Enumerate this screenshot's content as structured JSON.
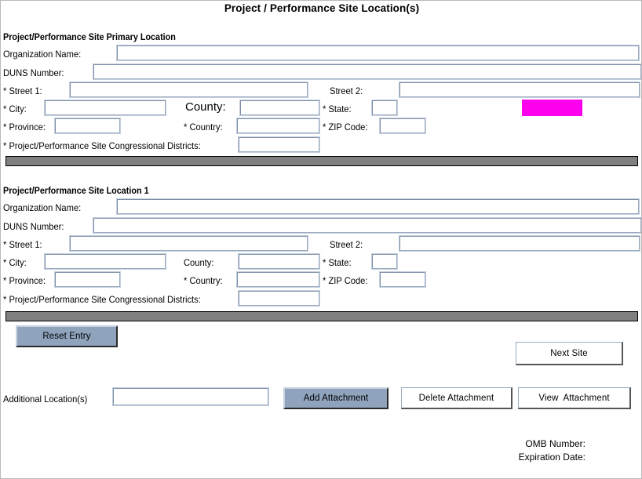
{
  "page": {
    "title": "Project / Performance Site Location(s)"
  },
  "sections": [
    {
      "heading": "Project/Performance Site Primary Location",
      "fields": {
        "organization_name_label": "Organization Name:",
        "duns_number_label": "DUNS Number:",
        "street1_label": "* Street 1:",
        "street2_label": "Street 2:",
        "city_label": "* City:",
        "county_label": "County:",
        "state_label": "* State:",
        "province_label": "* Province:",
        "country_label": "* Country:",
        "zip_label": "* ZIP Code:",
        "districts_label": "* Project/Performance Site Congressional Districts:"
      },
      "values": {
        "organization_name": "",
        "duns_number": "",
        "street1": "",
        "street2": "",
        "city": "",
        "county": "",
        "state": "",
        "province": "",
        "country": "",
        "zip": "",
        "districts": ""
      },
      "highlight_color": "#ff00ee"
    },
    {
      "heading": "Project/Performance Site Location 1",
      "fields": {
        "organization_name_label": "Organization Name:",
        "duns_number_label": "DUNS Number:",
        "street1_label": "* Street 1:",
        "street2_label": "Street 2:",
        "city_label": "* City:",
        "county_label": "County:",
        "state_label": "* State:",
        "province_label": "* Province:",
        "country_label": "* Country:",
        "zip_label": "* ZIP Code:",
        "districts_label": "* Project/Performance Site Congressional Districts:"
      },
      "values": {
        "organization_name": "",
        "duns_number": "",
        "street1": "",
        "street2": "",
        "city": "",
        "county": "",
        "state": "",
        "province": "",
        "country": "",
        "zip": "",
        "districts": ""
      }
    }
  ],
  "actions": {
    "reset_entry": "Reset Entry",
    "next_site": "Next Site",
    "additional_locations_label": "Additional Location(s)",
    "additional_locations_value": "",
    "add_attachment": "Add Attachment",
    "delete_attachment": "Delete Attachment",
    "view_attachment": "View  Attachment"
  },
  "footer": {
    "omb_number_label": "OMB Number:",
    "expiration_date_label": "Expiration Date:"
  },
  "colors": {
    "button_blue": "#8fa3bd",
    "separator_gray": "#808080",
    "field_border": "#7d8fa8",
    "highlight_magenta": "#ff00ee"
  }
}
